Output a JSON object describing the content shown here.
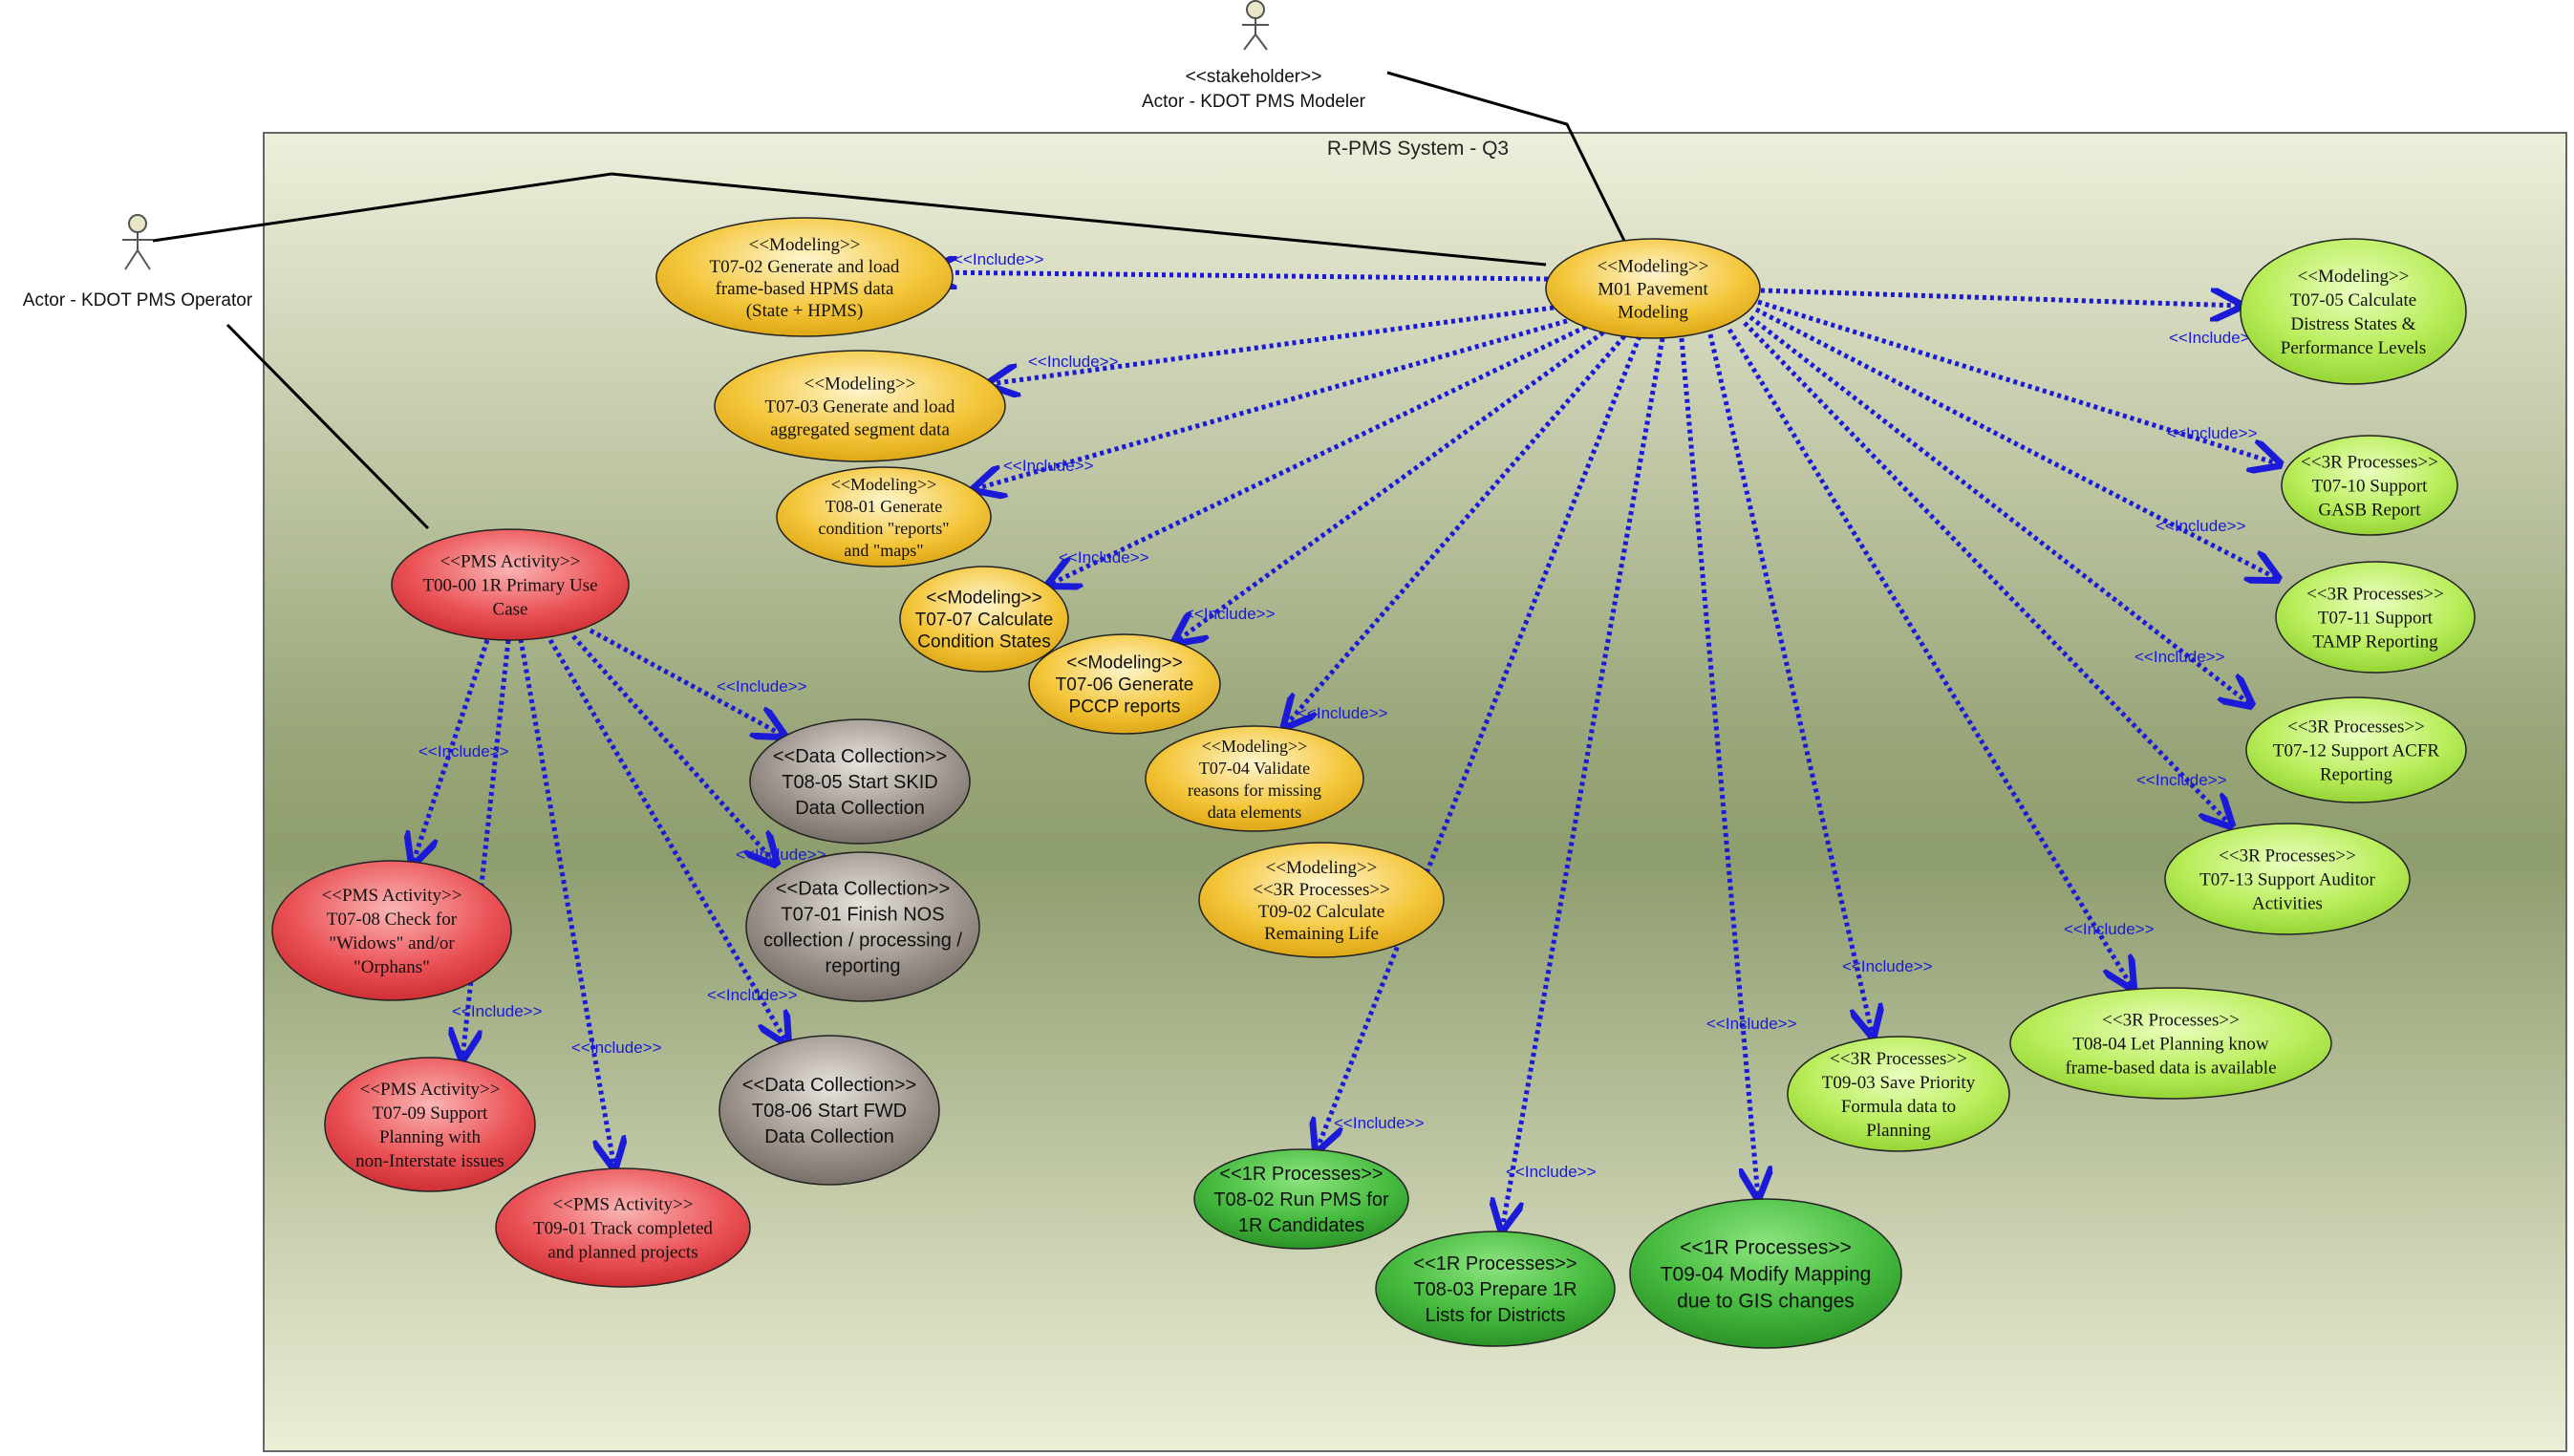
{
  "system": {
    "title": "R-PMS System - Q3"
  },
  "actors": [
    {
      "id": "modeler",
      "lines": [
        "<<stakeholder>>",
        "Actor - KDOT PMS Modeler"
      ]
    },
    {
      "id": "operator",
      "lines": [
        "Actor - KDOT PMS Operator"
      ]
    }
  ],
  "include_label": "<<Include>>",
  "use_cases": [
    {
      "id": "m01",
      "lines": [
        "<<Modeling>>",
        "M01 Pavement",
        "Modeling"
      ]
    },
    {
      "id": "t0702",
      "lines": [
        "<<Modeling>>",
        "T07-02 Generate and load",
        "frame-based HPMS data",
        "(State + HPMS)"
      ]
    },
    {
      "id": "t0703",
      "lines": [
        "<<Modeling>>",
        "T07-03 Generate and load",
        "aggregated segment data"
      ]
    },
    {
      "id": "t0801",
      "lines": [
        "<<Modeling>>",
        "T08-01 Generate",
        "condition \"reports\"",
        "and \"maps\""
      ]
    },
    {
      "id": "t0707",
      "lines": [
        "<<Modeling>>",
        "T07-07 Calculate",
        "Condition States"
      ]
    },
    {
      "id": "t0706",
      "lines": [
        "<<Modeling>>",
        "T07-06 Generate",
        "PCCP reports"
      ]
    },
    {
      "id": "t0704",
      "lines": [
        "<<Modeling>>",
        "T07-04 Validate",
        "reasons for missing",
        "data elements"
      ]
    },
    {
      "id": "t0902",
      "lines": [
        "<<Modeling>>",
        "<<3R Processes>>",
        "T09-02 Calculate",
        "Remaining Life"
      ]
    },
    {
      "id": "t0705",
      "lines": [
        "<<Modeling>>",
        "T07-05 Calculate",
        "Distress States &",
        "Performance Levels"
      ]
    },
    {
      "id": "t0710",
      "lines": [
        "<<3R Processes>>",
        "T07-10 Support",
        "GASB Report"
      ]
    },
    {
      "id": "t0711",
      "lines": [
        "<<3R Processes>>",
        "T07-11 Support",
        "TAMP Reporting"
      ]
    },
    {
      "id": "t0712",
      "lines": [
        "<<3R Processes>>",
        "T07-12 Support ACFR",
        "Reporting"
      ]
    },
    {
      "id": "t0713",
      "lines": [
        "<<3R Processes>>",
        "T07-13 Support Auditor",
        "Activities"
      ]
    },
    {
      "id": "t0804",
      "lines": [
        "<<3R Processes>>",
        "T08-04 Let Planning know",
        "frame-based data is available"
      ]
    },
    {
      "id": "t0903",
      "lines": [
        "<<3R Processes>>",
        "T09-03 Save Priority",
        "Formula data to",
        "Planning"
      ]
    },
    {
      "id": "t0904",
      "lines": [
        "<<1R Processes>>",
        "T09-04 Modify Mapping",
        "due to GIS changes"
      ]
    },
    {
      "id": "t0803",
      "lines": [
        "<<1R Processes>>",
        "T08-03 Prepare 1R",
        "Lists for Districts"
      ]
    },
    {
      "id": "t0802",
      "lines": [
        "<<1R Processes>>",
        "T08-02 Run PMS for",
        "1R Candidates"
      ]
    },
    {
      "id": "t0000",
      "lines": [
        "<<PMS Activity>>",
        "T00-00 1R Primary Use",
        "Case"
      ]
    },
    {
      "id": "t0708",
      "lines": [
        "<<PMS Activity>>",
        "T07-08 Check for",
        "\"Widows\" and/or",
        "\"Orphans\""
      ]
    },
    {
      "id": "t0709",
      "lines": [
        "<<PMS Activity>>",
        "T07-09 Support",
        "Planning with",
        "non-Interstate issues"
      ]
    },
    {
      "id": "t0901",
      "lines": [
        "<<PMS Activity>>",
        "T09-01 Track completed",
        "and planned projects"
      ]
    },
    {
      "id": "t0805",
      "lines": [
        "<<Data Collection>>",
        "T08-05 Start SKID",
        "Data Collection"
      ]
    },
    {
      "id": "t0701",
      "lines": [
        "<<Data Collection>>",
        "T07-01 Finish NOS",
        "collection / processing /",
        "reporting"
      ]
    },
    {
      "id": "t0806",
      "lines": [
        "<<Data Collection>>",
        "T08-06 Start FWD",
        "Data Collection"
      ]
    }
  ],
  "colors": {
    "modeling": "#f3c42a",
    "three_r": "#b6ec57",
    "one_r": "#3fb83a",
    "pms_activity": "#e8474b",
    "data_collection": "#8c847d",
    "include_arrow": "#1a1ad8",
    "system_boundary": "#eceed6"
  }
}
